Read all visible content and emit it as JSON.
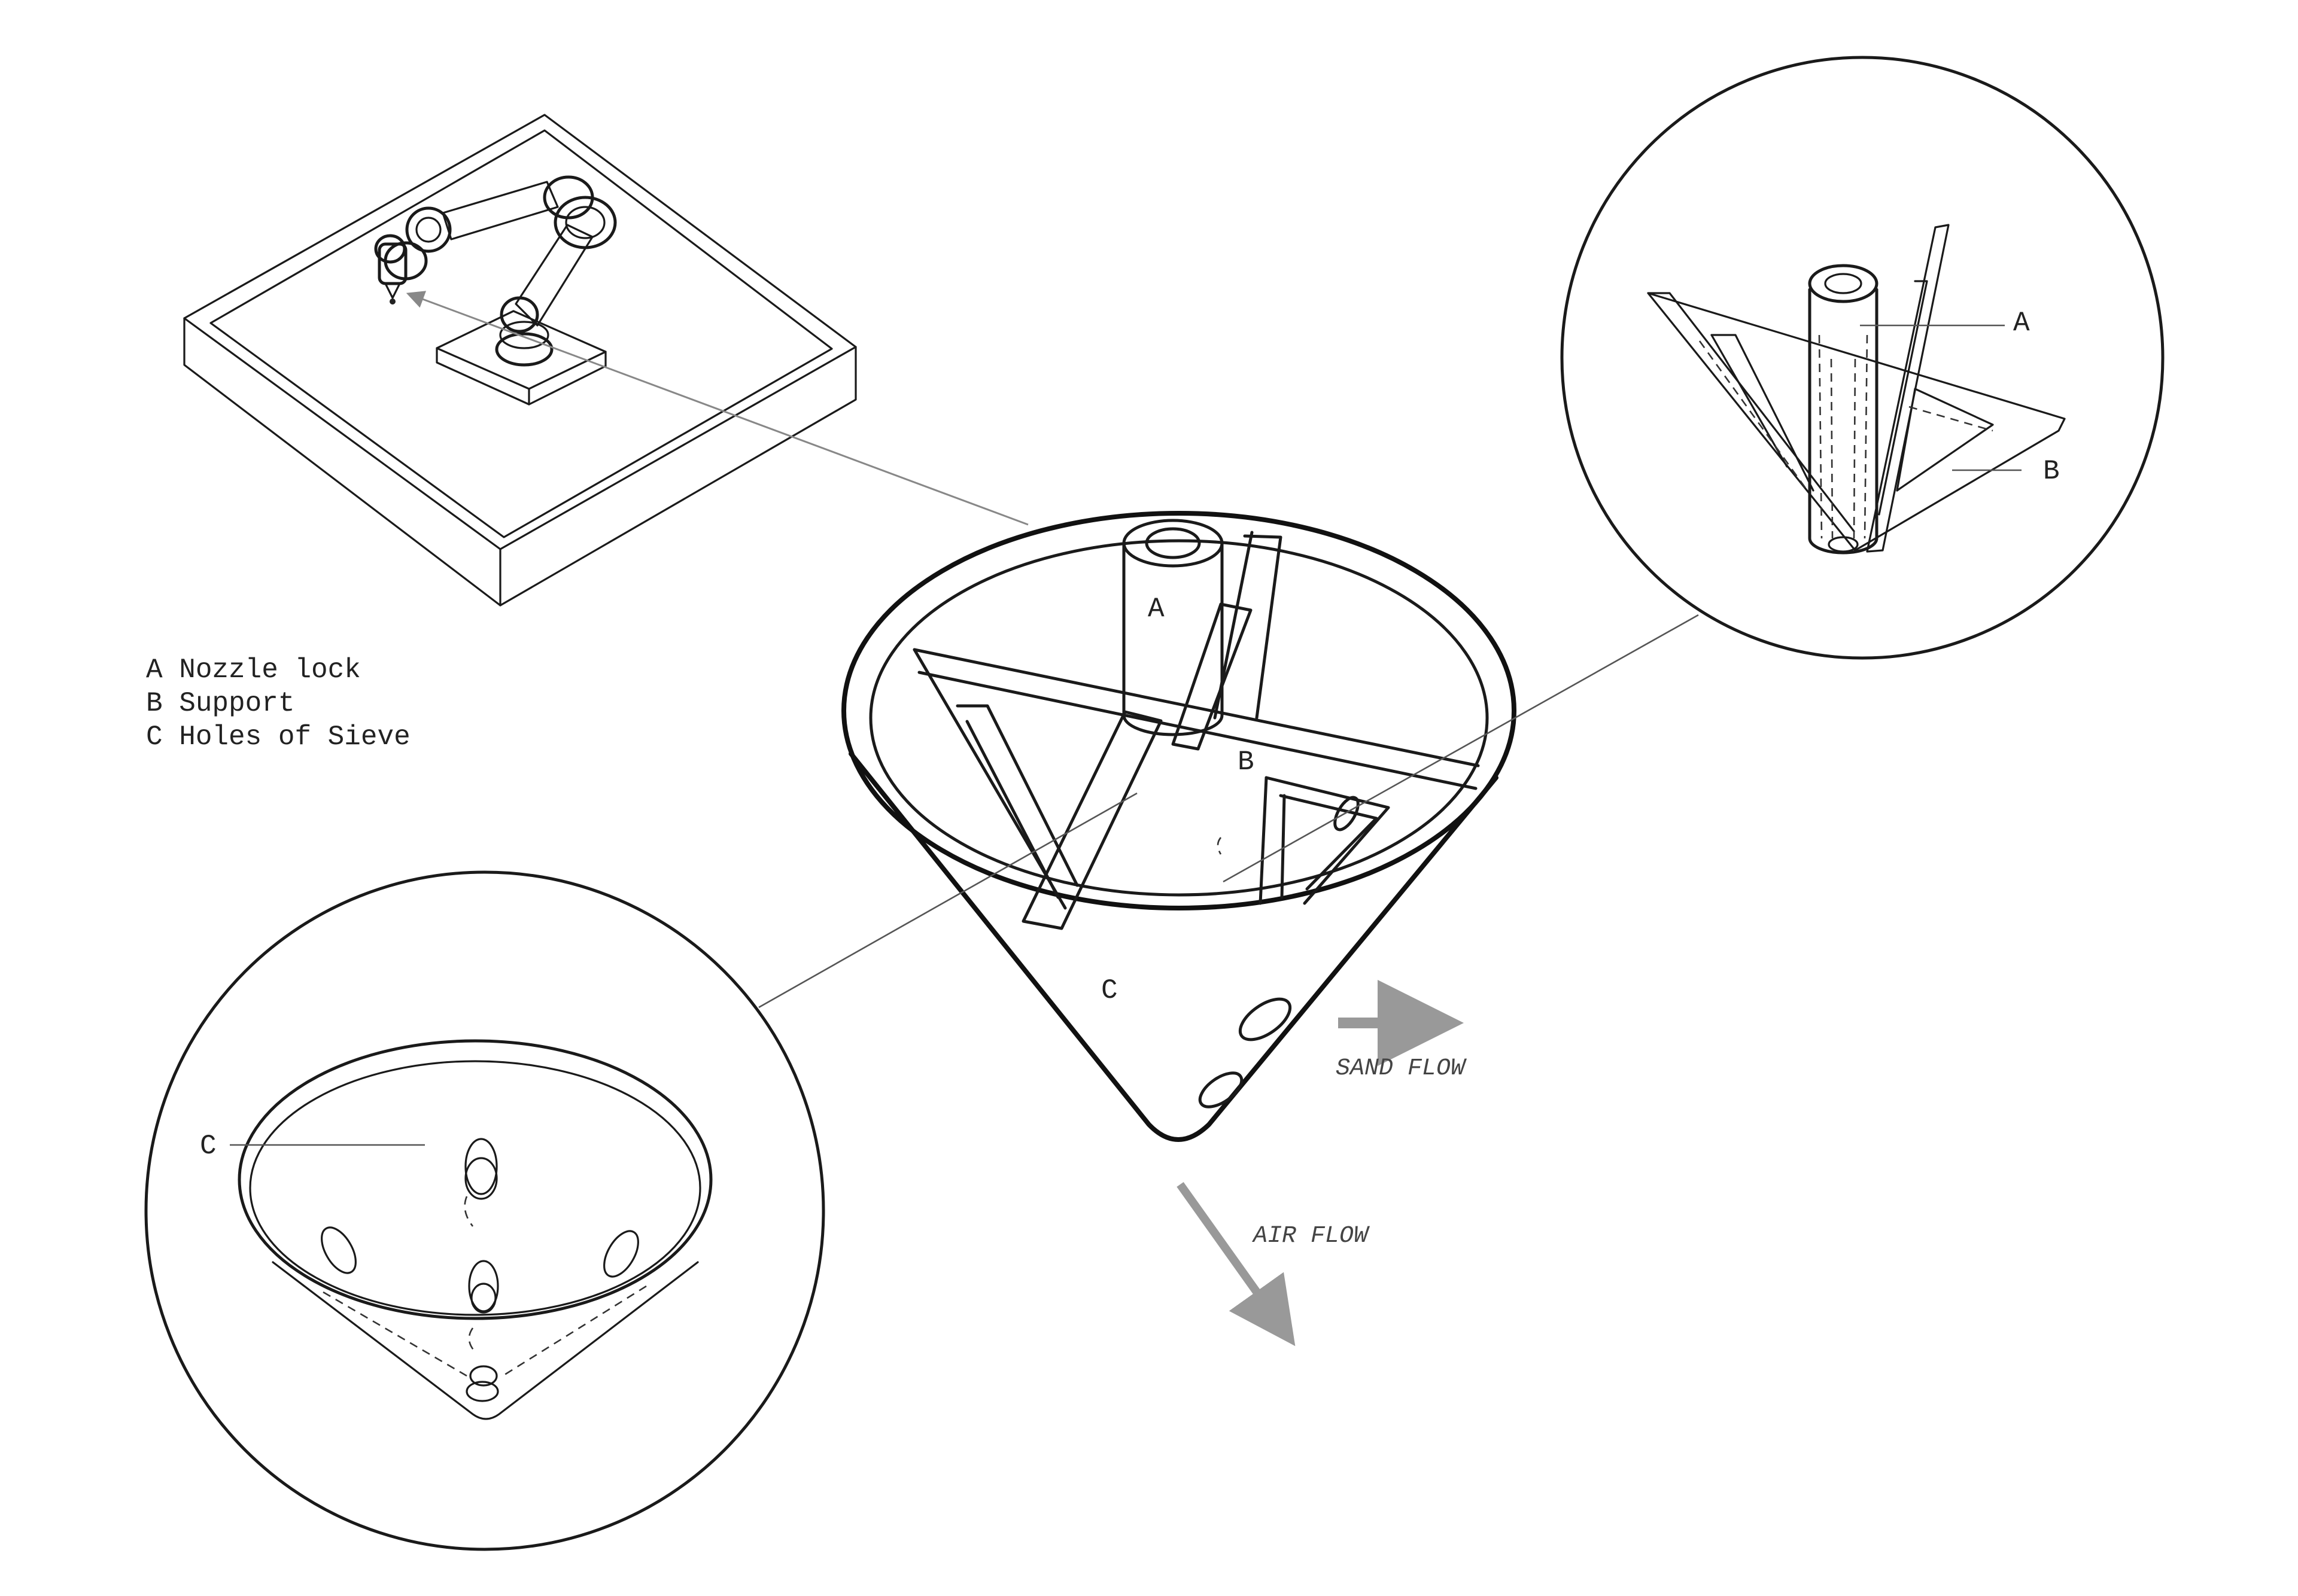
{
  "legend": {
    "items": [
      "A Nozzle lock",
      "B Support",
      "C Holes of Sieve"
    ]
  },
  "labels": {
    "main_a": "A",
    "main_b": "B",
    "main_c": "C",
    "detail_top_a": "A",
    "detail_top_b": "B",
    "detail_bottom_c": "C"
  },
  "flows": {
    "sand_flow": "SAND FLOW",
    "air_flow": "AIR FLOW"
  },
  "colors": {
    "ink": "#1a1a1a",
    "arrow_gray": "#999999",
    "background": "#ffffff"
  }
}
